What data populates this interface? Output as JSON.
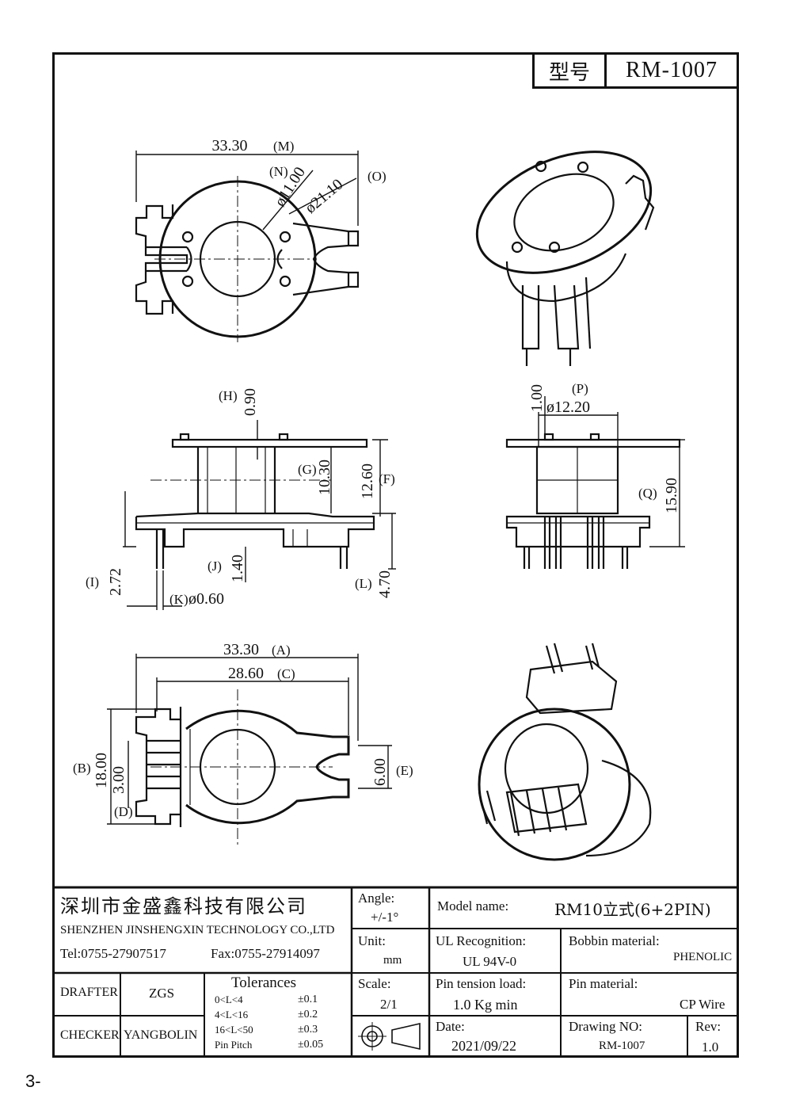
{
  "header": {
    "model_label": "型号",
    "model_value": "RM-1007"
  },
  "top_view": {
    "dim_m": "33.30",
    "label_m": "(M)",
    "label_n": "(N)",
    "dim_n": "ø11.00",
    "dim_o_dia": "ø21.10",
    "label_o": "(O)"
  },
  "side_view": {
    "label_h": "(H)",
    "dim_h": "0.90",
    "label_g": "(G)",
    "dim_g": "10.30",
    "dim_f": "12.60",
    "label_f": "(F)",
    "label_i": "(I)",
    "dim_i": "2.72",
    "label_j": "(J)",
    "dim_j": "1.40",
    "label_k": "(K)",
    "dim_k": "ø0.60",
    "label_l": "(L)",
    "dim_l": "4.70"
  },
  "front_view": {
    "dim_1": "1.00",
    "label_p": "(P)",
    "dim_p": "ø12.20",
    "label_q": "(Q)",
    "dim_q": "15.90"
  },
  "bottom_view": {
    "dim_a": "33.30",
    "label_a": "(A)",
    "dim_c": "28.60",
    "label_c": "(C)",
    "label_b": "(B)",
    "dim_b": "18.00",
    "dim_d": "3.00",
    "label_d": "(D)",
    "dim_e": "6.00",
    "label_e": "(E)"
  },
  "title_block": {
    "company_cn": "深圳市金盛鑫科技有限公司",
    "company_en": "SHENZHEN JINSHENGXIN TECHNOLOGY CO.,LTD",
    "tel": "Tel:0755-27907517",
    "fax": "Fax:0755-27914097",
    "drafter_label": "DRAFTER",
    "drafter": "ZGS",
    "checker_label": "CHECKER",
    "checker": "YANGBOLIN",
    "tolerances_label": "Tolerances",
    "tolerances": [
      {
        "range": "0<L<4",
        "value": "±0.1"
      },
      {
        "range": "4<L<16",
        "value": "±0.2"
      },
      {
        "range": "16<L<50",
        "value": "±0.3"
      },
      {
        "range": "Pin Pitch",
        "value": "±0.05"
      }
    ],
    "angle_label": "Angle:",
    "angle_value": "+/-1°",
    "unit_label": "Unit:",
    "unit_value": "mm",
    "scale_label": "Scale:",
    "scale_value": "2/1",
    "model_name_label": "Model name:",
    "model_name": "RM10立式(6+2PIN)",
    "ul_label": "UL Recognition:",
    "ul_value": "UL 94V-0",
    "bobbin_label": "Bobbin material:",
    "bobbin_value": "PHENOLIC",
    "pin_tension_label": "Pin tension load:",
    "pin_tension_value": "1.0 Kg min",
    "pin_material_label": "Pin material:",
    "pin_material_value": "CP Wire",
    "date_label": "Date:",
    "date_value": "2021/09/22",
    "drawing_no_label": "Drawing NO:",
    "drawing_no_value": "RM-1007",
    "rev_label": "Rev:",
    "rev_value": "1.0"
  },
  "page_number": "3-"
}
